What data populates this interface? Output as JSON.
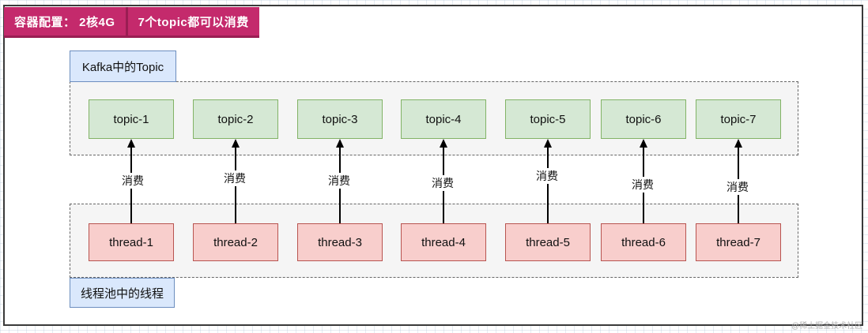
{
  "header": {
    "badges": [
      {
        "label": "容器配置： 2核4G"
      },
      {
        "label": "7个topic都可以消费"
      }
    ],
    "badge_color": "#c42a6c",
    "badge_text_color": "#ffffff"
  },
  "kafka_zone": {
    "label": "Kafka中的Topic",
    "topics": [
      "topic-1",
      "topic-2",
      "topic-3",
      "topic-4",
      "topic-5",
      "topic-6",
      "topic-7"
    ],
    "box_fill": "#d5e8d4",
    "box_border": "#82b366"
  },
  "thread_zone": {
    "label": "线程池中的线程",
    "threads": [
      "thread-1",
      "thread-2",
      "thread-3",
      "thread-4",
      "thread-5",
      "thread-6",
      "thread-7"
    ],
    "box_fill": "#f8cecc",
    "box_border": "#b85450"
  },
  "arrows": {
    "label": "消费",
    "count": 7,
    "direction": "thread-to-topic",
    "color": "#000000"
  },
  "zone_style": {
    "fill": "#f5f5f5",
    "border": "#666666",
    "label_fill": "#dae8fc",
    "label_border": "#6c8ebf"
  },
  "watermark": "@稀土掘金技术社区"
}
